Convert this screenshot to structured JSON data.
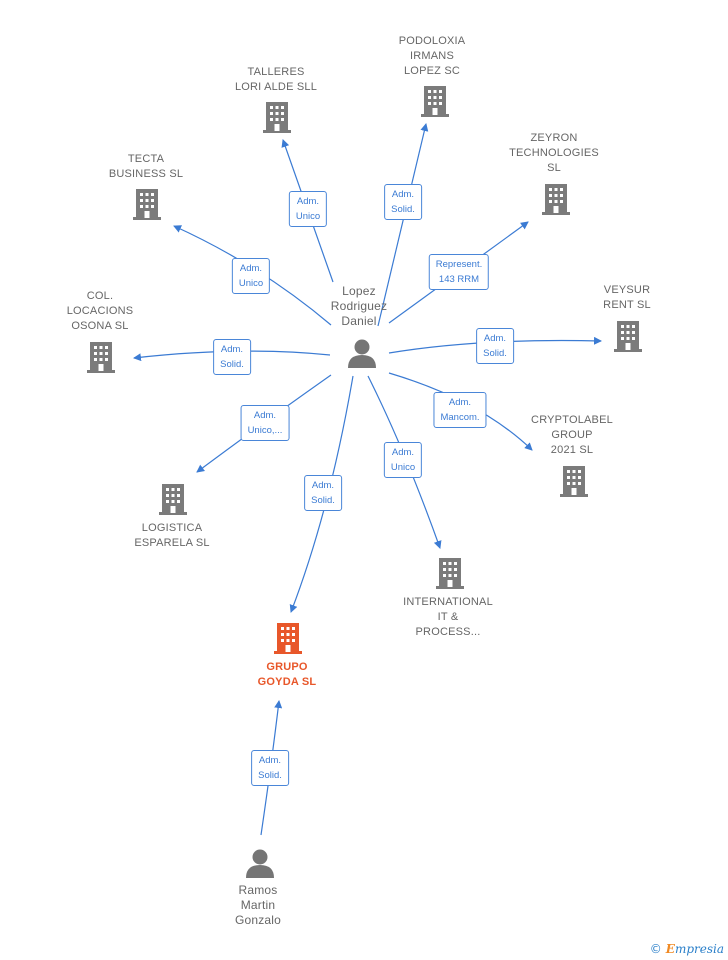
{
  "center_person": {
    "name": "Lopez\nRodriguez\nDaniel"
  },
  "second_person": {
    "name": "Ramos\nMartin\nGonzalo"
  },
  "companies": [
    {
      "id": "talleres",
      "name": "TALLERES\nLORI ALDE SLL"
    },
    {
      "id": "podoloxia",
      "name": "PODOLOXIA\nIRMANS\nLOPEZ SC"
    },
    {
      "id": "zeyron",
      "name": "ZEYRON\nTECHNOLOGIES\nSL"
    },
    {
      "id": "tecta",
      "name": "TECTA\nBUSINESS  SL"
    },
    {
      "id": "veysur",
      "name": "VEYSUR\nRENT  SL"
    },
    {
      "id": "col",
      "name": "COL.\nLOCACIONS\nOSONA  SL"
    },
    {
      "id": "cryptolabel",
      "name": "CRYPTOLABEL\nGROUP\n2021  SL"
    },
    {
      "id": "logistica",
      "name": "LOGISTICA\nESPARELA  SL"
    },
    {
      "id": "international",
      "name": "INTERNATIONAL\nIT &\nPROCESS..."
    },
    {
      "id": "grupo",
      "name": "GRUPO\nGOYDA  SL",
      "highlight": true
    }
  ],
  "roles": [
    {
      "target": "talleres",
      "label": "Adm.\nUnico"
    },
    {
      "target": "podoloxia",
      "label": "Adm.\nSolid."
    },
    {
      "target": "zeyron",
      "label": "Represent.\n143 RRM"
    },
    {
      "target": "tecta",
      "label": "Adm.\nUnico"
    },
    {
      "target": "veysur",
      "label": "Adm.\nSolid."
    },
    {
      "target": "col",
      "label": "Adm.\nSolid."
    },
    {
      "target": "cryptolabel",
      "label": "Adm.\nMancom."
    },
    {
      "target": "logistica",
      "label": "Adm.\nUnico,..."
    },
    {
      "target": "international",
      "label": "Adm.\nUnico"
    },
    {
      "target": "grupo",
      "label": "Adm.\nSolid."
    },
    {
      "target": "grupo_from_ramos",
      "label": "Adm.\nSolid."
    }
  ],
  "colors": {
    "edge": "#3b7bd3",
    "building": "#7b7b7b",
    "highlight": "#e8572a",
    "person": "#757575"
  },
  "brand": {
    "copyright_symbol": "©",
    "name_first": "E",
    "name_rest": "mpresia"
  }
}
